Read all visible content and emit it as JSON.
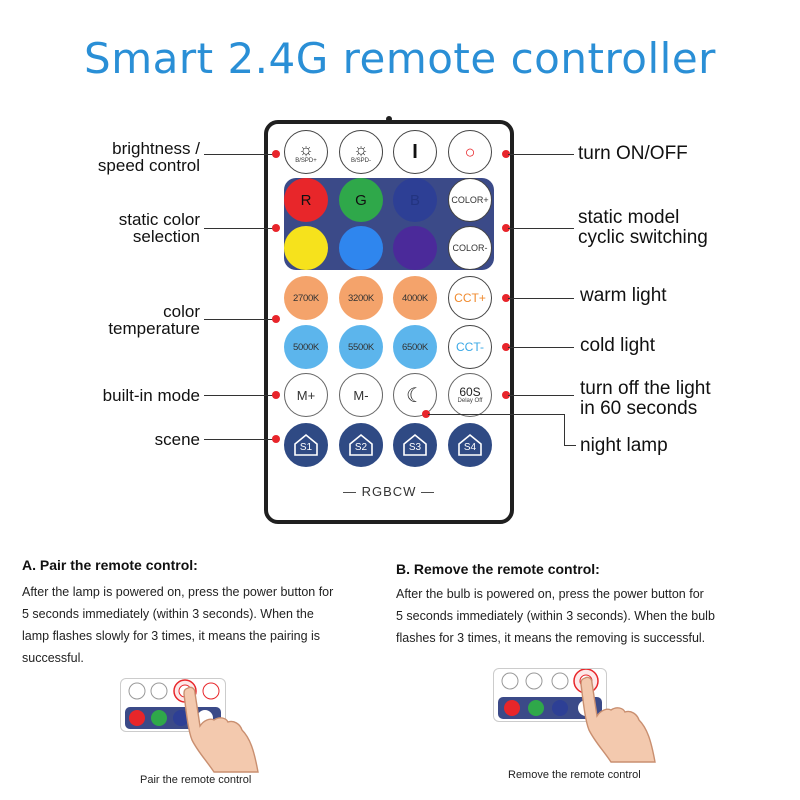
{
  "title": "Smart 2.4G remote controller",
  "remote": {
    "row1": {
      "b1_sub": "B/SPD+",
      "b2_sub": "B/SPD-",
      "b3_label": "I",
      "b4_label": "○"
    },
    "row2": {
      "r": "R",
      "g": "G",
      "b": "B",
      "color_plus": "COLOR+"
    },
    "row3": {
      "color_minus": "COLOR-"
    },
    "row4": [
      "2700K",
      "3200K",
      "4000K",
      "CCT+"
    ],
    "row5": [
      "5000K",
      "5500K",
      "6500K",
      "CCT-"
    ],
    "row6": {
      "m_plus": "M+",
      "m_minus": "M-",
      "moon": "☾",
      "delay_top": "60S",
      "delay_bottom": "Delay Off"
    },
    "scenes": [
      "S1",
      "S2",
      "S3",
      "S4"
    ],
    "footer": "RGBCW"
  },
  "labels": {
    "left": {
      "brightness_1": "brightness /",
      "brightness_2": "speed control",
      "static_color_1": "static color",
      "static_color_2": "selection",
      "color_temp_1": "color",
      "color_temp_2": "temperature",
      "builtin_mode": "built-in mode",
      "scene": "scene"
    },
    "right": {
      "turn_on_off": "turn ON/OFF",
      "static_model_1": "static model",
      "static_model_2": "cyclic switching",
      "warm_light": "warm light",
      "cold_light": "cold light",
      "turn_off_1": "turn off the light",
      "turn_off_2": "in 60 seconds",
      "night_lamp": "night lamp"
    }
  },
  "section_a": {
    "title": "A. Pair the remote control:",
    "line1": "After the lamp is powered on, press the power button for",
    "line2": "5 seconds immediately (within 3 seconds). When the",
    "line3": "lamp flashes slowly for 3 times, it means the pairing is",
    "line4": "successful.",
    "caption": "Pair the remote control"
  },
  "section_b": {
    "title": "B. Remove the remote control:",
    "line1": "After the bulb is powered on, press the power button for",
    "line2": "5 seconds immediately (within 3 seconds). When the bulb",
    "line3": "flashes for 3 times, it means the removing is successful.",
    "caption": "Remove the remote control"
  },
  "colors": {
    "title": "#2a8fd6",
    "panel": "#3b4a88",
    "red": "#e8262a",
    "green": "#2fa84a",
    "blue": "#2d3f95",
    "yellow": "#f6e21c",
    "sky": "#2f86ee",
    "purple": "#4b2a9a",
    "warm": "#f4a36b",
    "cold": "#5cb5ec",
    "scene": "#2f4a84",
    "dot": "#e8252b"
  }
}
